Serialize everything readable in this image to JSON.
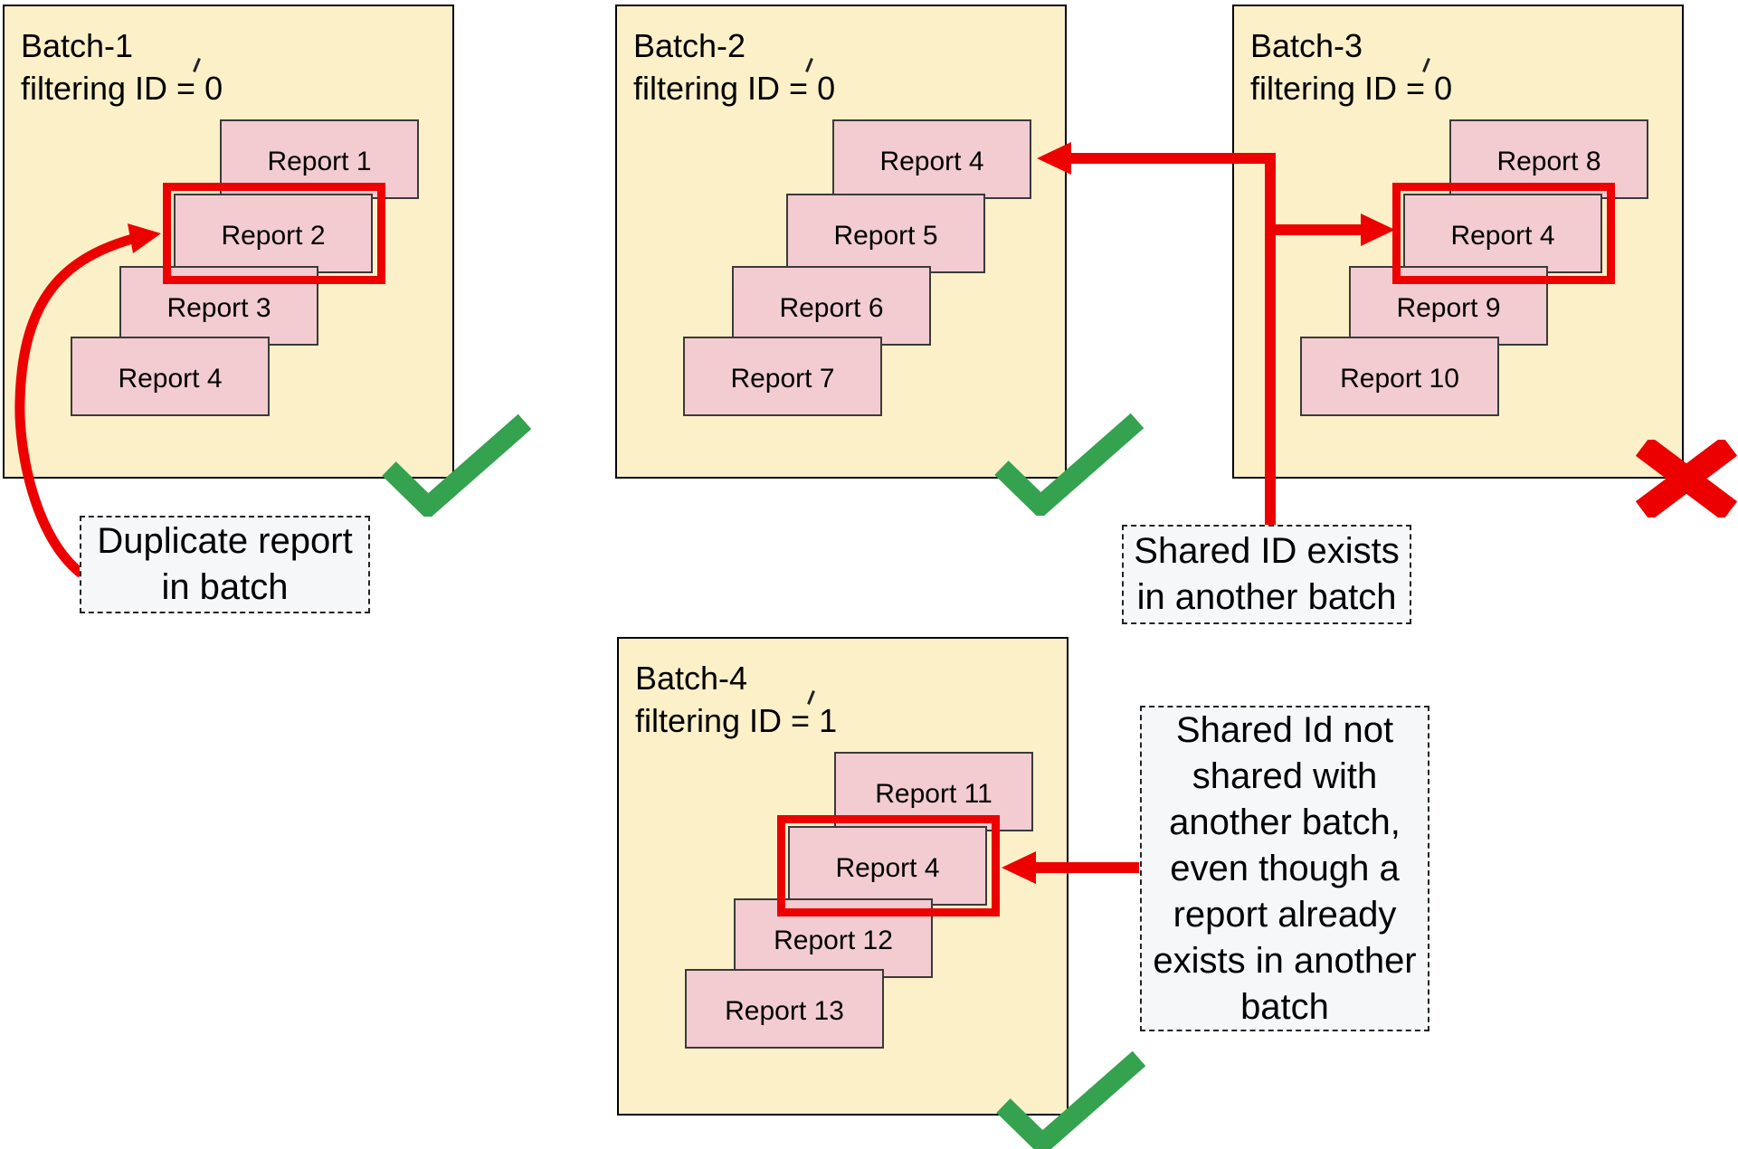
{
  "diagram": {
    "colors": {
      "batch_fill": "#FCF0C9",
      "batch_border": "#000000",
      "report_fill": "#F2CCD1",
      "report_border": "#3a3a3a",
      "highlight_red": "#EC0000",
      "arrow_red": "#EC0000",
      "check_green": "#34A24E",
      "cross_red": "#EC0000",
      "note_fill": "#F5F7F9",
      "note_border": "#222222"
    },
    "batches": [
      {
        "title": "Batch-1\nfiltering ID = 0",
        "status": "valid",
        "status_icon": "check-mark",
        "reports": [
          {
            "label": "Report 1",
            "highlighted": false
          },
          {
            "label": "Report 2",
            "highlighted": true
          },
          {
            "label": "Report 3",
            "highlighted": false
          },
          {
            "label": "Report 4",
            "highlighted": false
          }
        ]
      },
      {
        "title": "Batch-2\nfiltering ID = 0",
        "status": "valid",
        "status_icon": "check-mark",
        "reports": [
          {
            "label": "Report 4",
            "highlighted": false
          },
          {
            "label": "Report 5",
            "highlighted": false
          },
          {
            "label": "Report 6",
            "highlighted": false
          },
          {
            "label": "Report 7",
            "highlighted": false
          }
        ]
      },
      {
        "title": "Batch-3\nfiltering ID = 0",
        "status": "invalid",
        "status_icon": "cross-mark",
        "reports": [
          {
            "label": "Report 8",
            "highlighted": false
          },
          {
            "label": "Report 4",
            "highlighted": true
          },
          {
            "label": "Report 9",
            "highlighted": false
          },
          {
            "label": "Report 10",
            "highlighted": false
          }
        ]
      },
      {
        "title": "Batch-4\nfiltering ID = 1",
        "status": "valid",
        "status_icon": "check-mark",
        "reports": [
          {
            "label": "Report 11",
            "highlighted": false
          },
          {
            "label": "Report 4",
            "highlighted": true
          },
          {
            "label": "Report 12",
            "highlighted": false
          },
          {
            "label": "Report 13",
            "highlighted": false
          }
        ]
      }
    ],
    "notes": [
      {
        "text": "Duplicate report\nin batch"
      },
      {
        "text": "Shared ID exists\nin another batch"
      },
      {
        "text": "Shared Id not\nshared with\nanother batch,\neven though a\nreport already\nexists in another\nbatch"
      }
    ]
  }
}
